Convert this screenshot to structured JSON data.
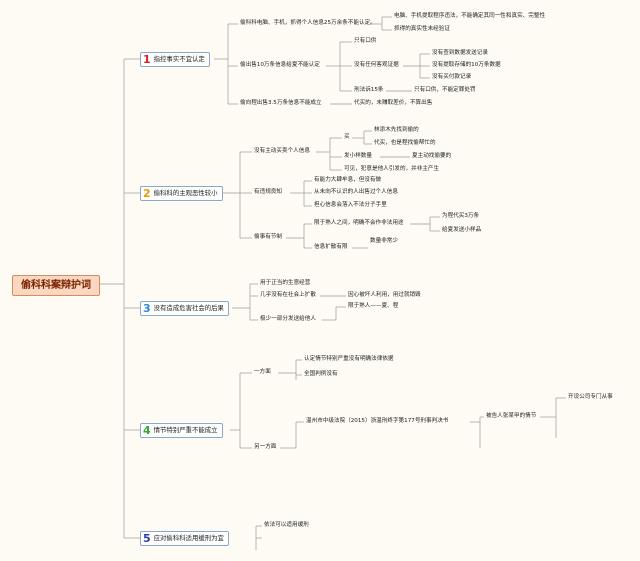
{
  "root": "偷科科案辩护词",
  "branches": [
    {
      "num": "1",
      "label": "指控事实不宜认定"
    },
    {
      "num": "2",
      "label": "偷科科的主观恶性较小"
    },
    {
      "num": "3",
      "label": "没有造成危害社会的后果"
    },
    {
      "num": "4",
      "label": "情节特别严重不能成立"
    },
    {
      "num": "5",
      "label": "应对偷科科适用缓刑为宜"
    }
  ],
  "b1": {
    "a": "偷科科电脑、手机，抓得个人信息25万余条不能认定。",
    "a1": "电脑、手机提取程序违法，不能确定其同一性和真实、完整性",
    "a2": "抓得的真实性未经验证",
    "b": "偷出售10万条信息给夏不能认定",
    "b1": "只有口供",
    "b2": "没有任何客观证据",
    "b21": "没有查到数据发送记录",
    "b22": "没有提取存储的10万条数据",
    "b23": "没有买付款记录",
    "b3": "刑法诉15条",
    "b31": "只有口供，不能定罪处罚",
    "c": "偷向程出售3.5万条信息不能成立",
    "c1": "代买的，未赚取差价，不算出售"
  },
  "b2": {
    "a": "没有主动买卖个人信息",
    "a1": "买",
    "a11": "林添木先找到偷的",
    "a12": "代买，也是程找偷帮忙的",
    "a2": "发小样数量",
    "a21": "夏主动找偷要的",
    "a3": "可见，犯意是他人引发的，并非主产生",
    "b": "有违规良知",
    "b1": "有能力大肆牟息，但没有做",
    "b2": "从未向不认识的人出售过个人信息",
    "b3": "担心信息会落入不法分子手里",
    "c": "偷事有节制",
    "c1": "限于熟人之间，明确不会作非法用途",
    "c11": "为程代买3万条",
    "c12": "给夏发送小样品",
    "c2": "信息扩散有限",
    "c21": "数量非常少"
  },
  "b3": {
    "a": "用于正当的生意经营",
    "b": "几乎没有在社会上扩散",
    "b1": "因心被坏人利用，用过就销毁",
    "c": "极少一部分发送给他人",
    "c1": "限于熟人——夏、程"
  },
  "b4": {
    "a": "一方面",
    "a1": "认定情节特别严重没有明确法律依据",
    "a2": "全国判例没有",
    "b": "另一方面",
    "b1": "温州市中级法院（2015）浙温刑终字第177号刑事判决书",
    "b11": "被告人张某甲的情节",
    "b111": "开设公司专门从事"
  },
  "b5": {
    "a": "依法可以适用缓刑"
  }
}
